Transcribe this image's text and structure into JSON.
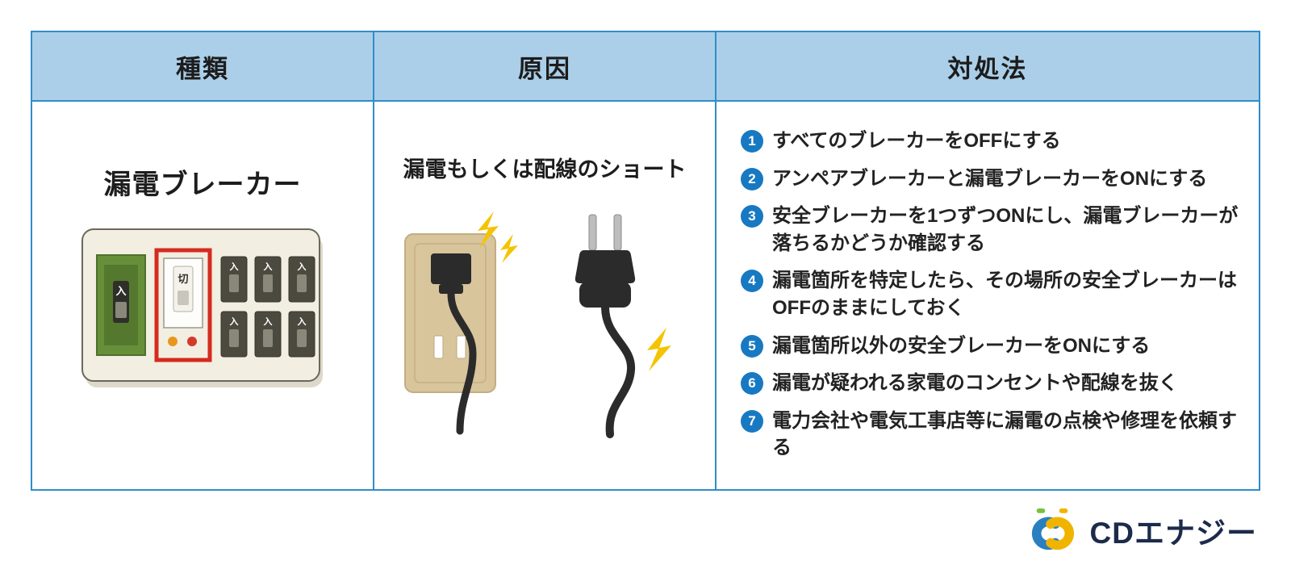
{
  "table": {
    "headers": [
      "種類",
      "原因",
      "対処法"
    ],
    "type": {
      "title": "漏電ブレーカー",
      "illustration": "breaker-distribution-panel"
    },
    "cause": {
      "text": "漏電もしくは配線のショート",
      "illustration": "outlet-and-damaged-plug-with-sparks"
    },
    "remedy": {
      "items": [
        {
          "num": "1",
          "text": "すべてのブレーカーをOFFにする"
        },
        {
          "num": "2",
          "text": "アンペアブレーカーと漏電ブレーカーをONにする"
        },
        {
          "num": "3",
          "text": "安全ブレーカーを1つずつONにし、漏電ブレーカーが落ちるかどうか確認する"
        },
        {
          "num": "4",
          "text": "漏電箇所を特定したら、その場所の安全ブレーカーはOFFのままにしておく"
        },
        {
          "num": "5",
          "text": "漏電箇所以外の安全ブレーカーをONにする"
        },
        {
          "num": "6",
          "text": "漏電が疑われる家電のコンセントや配線を抜く"
        },
        {
          "num": "7",
          "text": "電力会社や電気工事店等に漏電の点検や修理を依頼する"
        }
      ]
    }
  },
  "labels": {
    "on": "入",
    "off": "切"
  },
  "logo": {
    "text": "CDエナジー"
  },
  "colors": {
    "header_bg": "#abcfe9",
    "table_border": "#2f8dc9",
    "number_circle": "#1779c2",
    "highlight_red": "#d42b1e",
    "panel_beige": "#f2eee2",
    "breaker_green": "#678f3a",
    "outlet_tan": "#d8c59c",
    "spark_yellow": "#f5c400",
    "logo_blue": "#2a7fc0",
    "logo_yellow": "#f0b400",
    "logo_text": "#1c2b4a"
  }
}
